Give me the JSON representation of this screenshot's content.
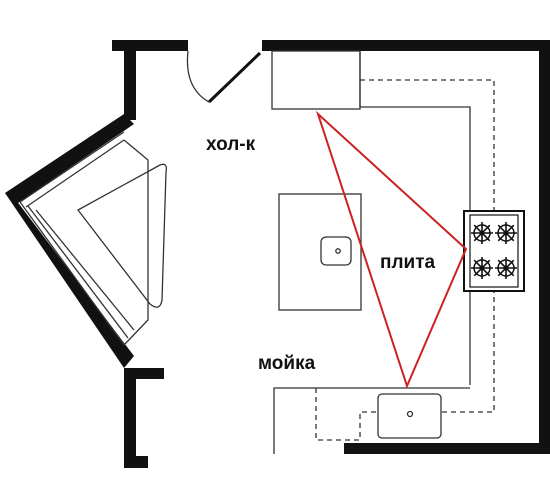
{
  "labels": {
    "fridge": "хол-к",
    "stove": "плита",
    "sink": "мойка"
  },
  "colors": {
    "wall": "#111111",
    "line": "#333333",
    "triangle": "#cc2222",
    "background": "#ffffff"
  },
  "icons": {
    "stove": "four-burner-stove-icon",
    "sink": "sink-icon",
    "island_sink": "island-sink-icon",
    "door": "door-swing-icon"
  }
}
